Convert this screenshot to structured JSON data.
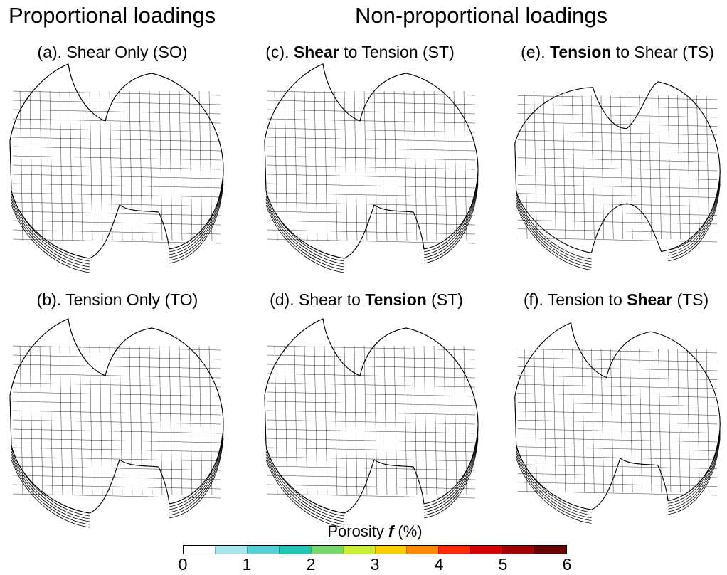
{
  "headings": {
    "proportional": "Proportional loadings",
    "non_proportional": "Non-proportional loadings"
  },
  "panels": [
    {
      "id": "a",
      "pre": "(a). Shear Only (SO)",
      "bold": "",
      "post": "",
      "orient": "down"
    },
    {
      "id": "c",
      "pre": "(c). ",
      "bold": "Shear",
      "post": " to Tension (ST)",
      "orient": "down"
    },
    {
      "id": "e",
      "pre": "(e). ",
      "bold": "Tension",
      "post": " to Shear (TS)",
      "orient": "up"
    },
    {
      "id": "b",
      "pre": "(b). Tension Only (TO)",
      "bold": "",
      "post": "",
      "orient": "down"
    },
    {
      "id": "d",
      "pre": "(d). Shear to ",
      "bold": "Tension",
      "post": " (ST)",
      "orient": "down"
    },
    {
      "id": "f",
      "pre": "(f). Tension to ",
      "bold": "Shear",
      "post": " (TS)",
      "orient": "down"
    }
  ],
  "colorbar": {
    "title_pre": "Porosity ",
    "title_symbol": "f",
    "title_post": " (%)",
    "ticks": [
      "0",
      "1",
      "2",
      "3",
      "4",
      "5",
      "6"
    ],
    "colors": [
      "#ffffff",
      "#a8e8ec",
      "#55d0d6",
      "#22c4b4",
      "#73d96a",
      "#c9ee38",
      "#ffcc00",
      "#ff8a00",
      "#ff2a00",
      "#d40000",
      "#a00000",
      "#6a0000"
    ]
  }
}
